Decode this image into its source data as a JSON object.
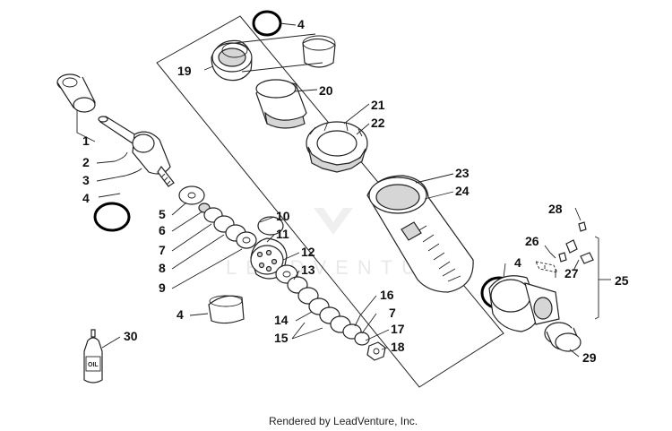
{
  "watermark": "LEADVENTURE",
  "credit": "Rendered by LeadVenture, Inc.",
  "bottle_label": "OIL",
  "callouts": [
    {
      "id": "c1",
      "text": "1"
    },
    {
      "id": "c2",
      "text": "2"
    },
    {
      "id": "c3",
      "text": "3"
    },
    {
      "id": "c4a",
      "text": "4"
    },
    {
      "id": "c4b",
      "text": "4"
    },
    {
      "id": "c4c",
      "text": "4"
    },
    {
      "id": "c4d",
      "text": "4"
    },
    {
      "id": "c5",
      "text": "5"
    },
    {
      "id": "c6",
      "text": "6"
    },
    {
      "id": "c7a",
      "text": "7"
    },
    {
      "id": "c7b",
      "text": "7"
    },
    {
      "id": "c8",
      "text": "8"
    },
    {
      "id": "c9",
      "text": "9"
    },
    {
      "id": "c10",
      "text": "10"
    },
    {
      "id": "c11",
      "text": "11"
    },
    {
      "id": "c12",
      "text": "12"
    },
    {
      "id": "c13",
      "text": "13"
    },
    {
      "id": "c14",
      "text": "14"
    },
    {
      "id": "c15",
      "text": "15"
    },
    {
      "id": "c16",
      "text": "16"
    },
    {
      "id": "c17",
      "text": "17"
    },
    {
      "id": "c18",
      "text": "18"
    },
    {
      "id": "c19",
      "text": "19"
    },
    {
      "id": "c20",
      "text": "20"
    },
    {
      "id": "c21",
      "text": "21"
    },
    {
      "id": "c22",
      "text": "22"
    },
    {
      "id": "c23",
      "text": "23"
    },
    {
      "id": "c24",
      "text": "24"
    },
    {
      "id": "c25",
      "text": "25"
    },
    {
      "id": "c26",
      "text": "26"
    },
    {
      "id": "c27",
      "text": "27"
    },
    {
      "id": "c28",
      "text": "28"
    },
    {
      "id": "c29",
      "text": "29"
    },
    {
      "id": "c30",
      "text": "30"
    }
  ]
}
